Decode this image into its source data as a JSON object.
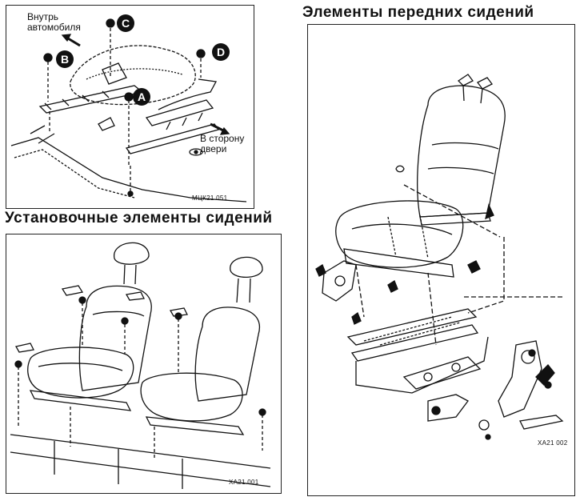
{
  "headings": {
    "top_right": "Элементы передних сидений",
    "middle_left": "Установочные элементы сидений"
  },
  "panel_top_left": {
    "label_inside": "Внутрь автомобиля",
    "label_door": "В сторону двери",
    "callouts": [
      "A",
      "B",
      "C",
      "D"
    ],
    "code": "МЦК21 051"
  },
  "panel_bottom_left": {
    "code": "ХА21.001"
  },
  "panel_right": {
    "code": "ХА21 002"
  },
  "icons": [
    "arrow-up-left-icon",
    "arrow-down-right-icon"
  ]
}
